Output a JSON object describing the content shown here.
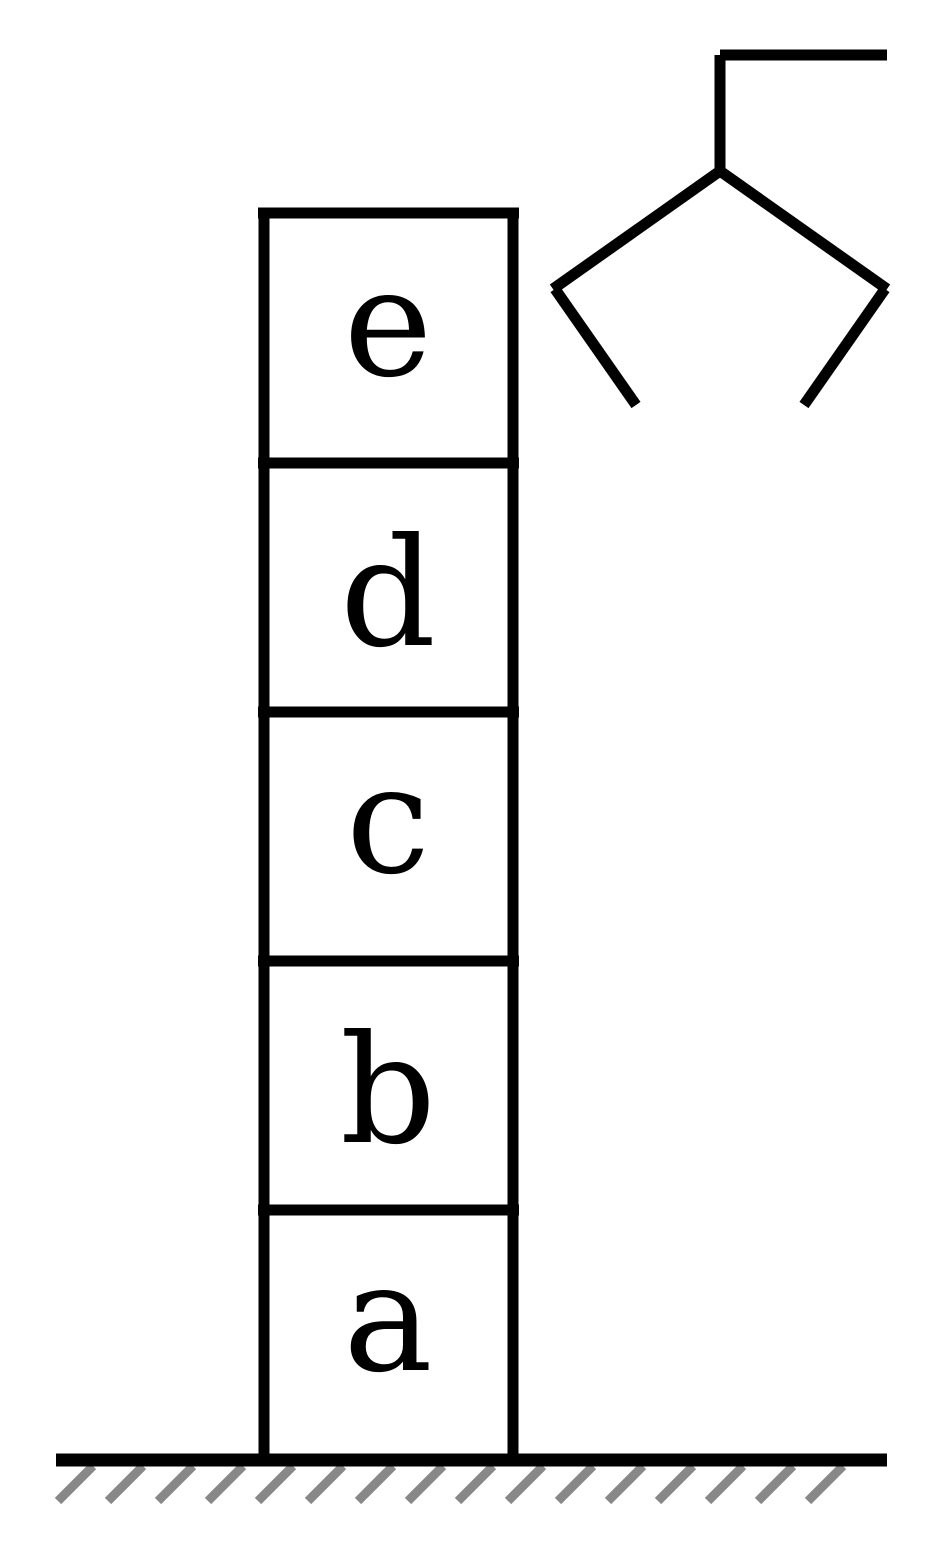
{
  "scene": {
    "colors": {
      "stroke": "#000000",
      "hatch": "#888888",
      "background": "#ffffff"
    },
    "blocks": [
      {
        "id": "a",
        "label": "a"
      },
      {
        "id": "b",
        "label": "b"
      },
      {
        "id": "c",
        "label": "c"
      },
      {
        "id": "d",
        "label": "d"
      },
      {
        "id": "e",
        "label": "e"
      }
    ],
    "gripper": {
      "state": "open",
      "icon": "robot-gripper-icon"
    },
    "ground": {
      "icon": "hatched-ground"
    }
  }
}
